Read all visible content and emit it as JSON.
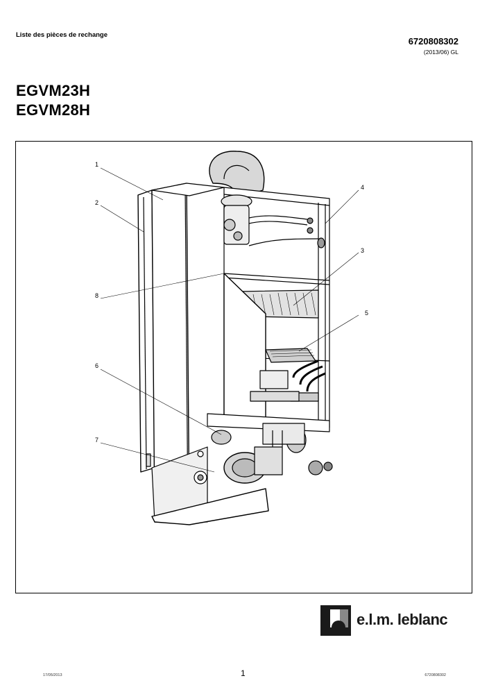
{
  "header": {
    "doc_label": "Liste des pièces de rechange",
    "doc_number": "6720808302",
    "revision": "(2013/06) GL"
  },
  "models": [
    "EGVM23H",
    "EGVM28H"
  ],
  "figure": {
    "callouts": [
      "1",
      "2",
      "3",
      "4",
      "5",
      "6",
      "7",
      "8"
    ]
  },
  "brand": {
    "name": "e.l.m. leblanc"
  },
  "footer": {
    "date": "17/05/2013",
    "page": "1",
    "ref": "6720808302"
  }
}
